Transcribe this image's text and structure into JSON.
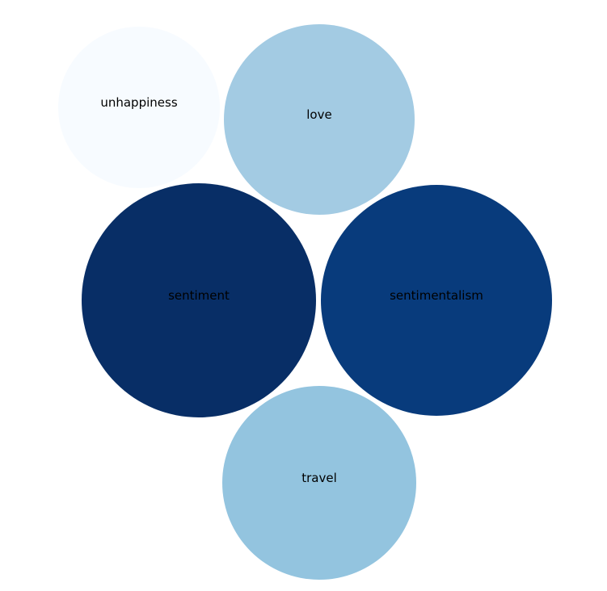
{
  "chart_data": {
    "type": "bubble",
    "title": "",
    "items": [
      {
        "label": "unhappiness",
        "color": "#f7fbff"
      },
      {
        "label": "love",
        "color": "#a3cbe3"
      },
      {
        "label": "sentiment",
        "color": "#082e66"
      },
      {
        "label": "sentimentalism",
        "color": "#083b7c"
      },
      {
        "label": "travel",
        "color": "#93c4df"
      }
    ]
  }
}
